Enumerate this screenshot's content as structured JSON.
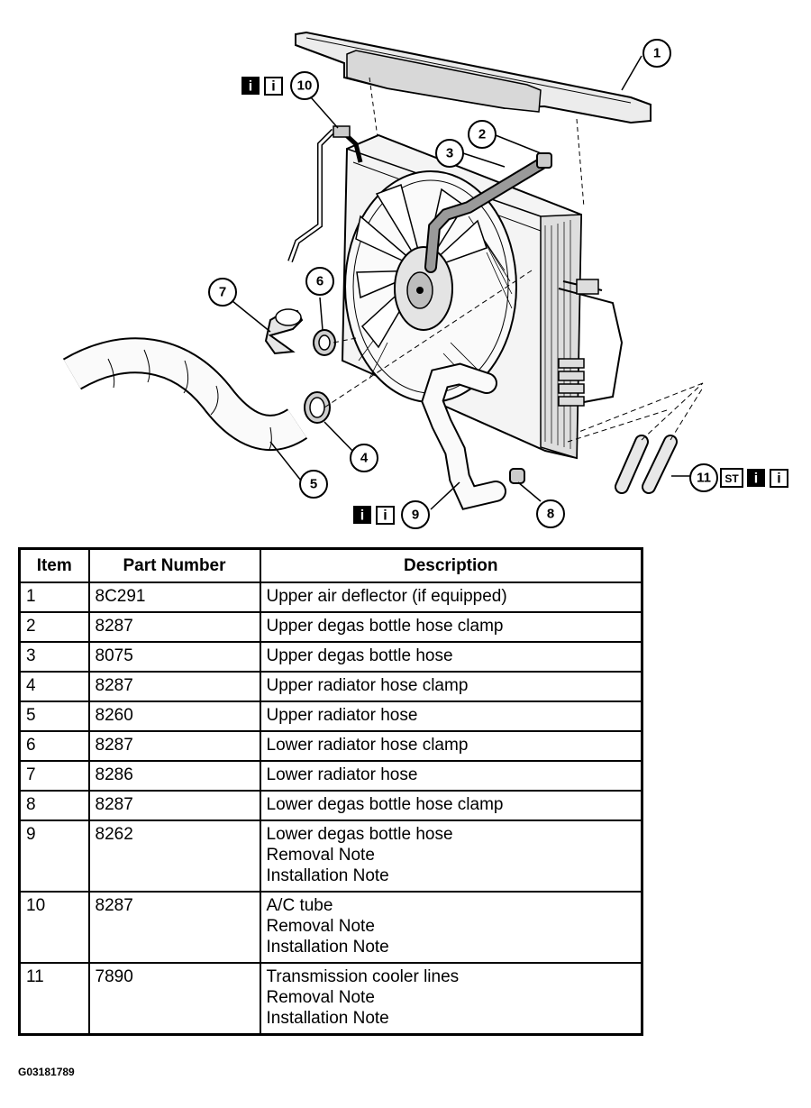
{
  "callouts": {
    "c1": "1",
    "c2": "2",
    "c3": "3",
    "c4": "4",
    "c5": "5",
    "c6": "6",
    "c7": "7",
    "c8": "8",
    "c9": "9",
    "c10": "10",
    "c11": "11"
  },
  "badges": {
    "info": "i",
    "special_tool": "ST"
  },
  "table": {
    "headers": {
      "item": "Item",
      "part_number": "Part Number",
      "description": "Description"
    },
    "rows": [
      {
        "item": "1",
        "part": "8C291",
        "desc": "Upper air deflector (if equipped)"
      },
      {
        "item": "2",
        "part": "8287",
        "desc": "Upper degas bottle hose clamp"
      },
      {
        "item": "3",
        "part": "8075",
        "desc": "Upper degas bottle hose"
      },
      {
        "item": "4",
        "part": "8287",
        "desc": "Upper radiator hose clamp"
      },
      {
        "item": "5",
        "part": "8260",
        "desc": "Upper radiator hose"
      },
      {
        "item": "6",
        "part": "8287",
        "desc": "Lower radiator hose clamp"
      },
      {
        "item": "7",
        "part": "8286",
        "desc": "Lower radiator hose"
      },
      {
        "item": "8",
        "part": "8287",
        "desc": "Lower degas bottle hose clamp"
      },
      {
        "item": "9",
        "part": "8262",
        "desc": "Lower degas bottle hose\nRemoval Note\nInstallation Note"
      },
      {
        "item": "10",
        "part": "8287",
        "desc": "A/C tube\nRemoval Note\nInstallation Note"
      },
      {
        "item": "11",
        "part": "7890",
        "desc": "Transmission cooler lines\nRemoval Note\nInstallation Note"
      }
    ]
  },
  "figure_code": "G03181789"
}
